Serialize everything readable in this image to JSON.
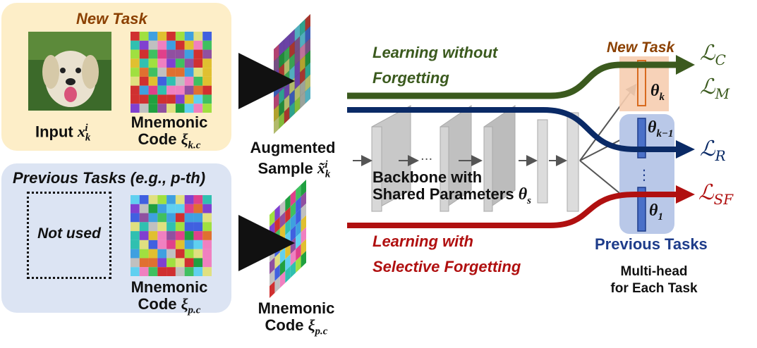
{
  "new_task_panel": {
    "title": "New Task",
    "input_label": "Input",
    "mnemonic_label_1": "Mnemonic",
    "mnemonic_label_2": "Code"
  },
  "prev_task_panel": {
    "title": "Previous Tasks (e.g., p-th)",
    "not_used": "Not used",
    "mnemonic_label_1": "Mnemonic",
    "mnemonic_label_2": "Code"
  },
  "augmented": {
    "label_1": "Augmented",
    "label_2": "Sample"
  },
  "mnemonic_code_prev": {
    "label_1": "Mnemonic",
    "label_2": "Code"
  },
  "backbone": {
    "label_1": "Backbone  with",
    "label_2": "Shared Parameters"
  },
  "lwf": {
    "line1": "Learning without",
    "line2": "Forgetting"
  },
  "lsf": {
    "line1": "Learning with",
    "line2": "Selective Forgetting"
  },
  "heads": {
    "new_task": "New Task",
    "previous_tasks": "Previous Tasks",
    "multihead_1": "Multi-head",
    "multihead_2": "for Each Task",
    "theta_k": "θ",
    "theta_k_sub": "k",
    "theta_km1": "θ",
    "theta_km1_sub": "k−1",
    "theta_1": "θ",
    "theta_1_sub": "1",
    "theta_s": "θ",
    "theta_s_sub": "s"
  },
  "losses": {
    "lc": "ℒ",
    "lc_sub": "C",
    "lm": "ℒ",
    "lm_sub": "M",
    "lr": "ℒ",
    "lr_sub": "R",
    "lsf": "ℒ",
    "lsf_sub": "SF"
  },
  "colors": {
    "green": "#3b5a1e",
    "navy": "#0a2a66",
    "red": "#b01010",
    "brown": "#8b4000",
    "panel_new": "#fdeec8",
    "panel_prev": "#dce4f3"
  }
}
